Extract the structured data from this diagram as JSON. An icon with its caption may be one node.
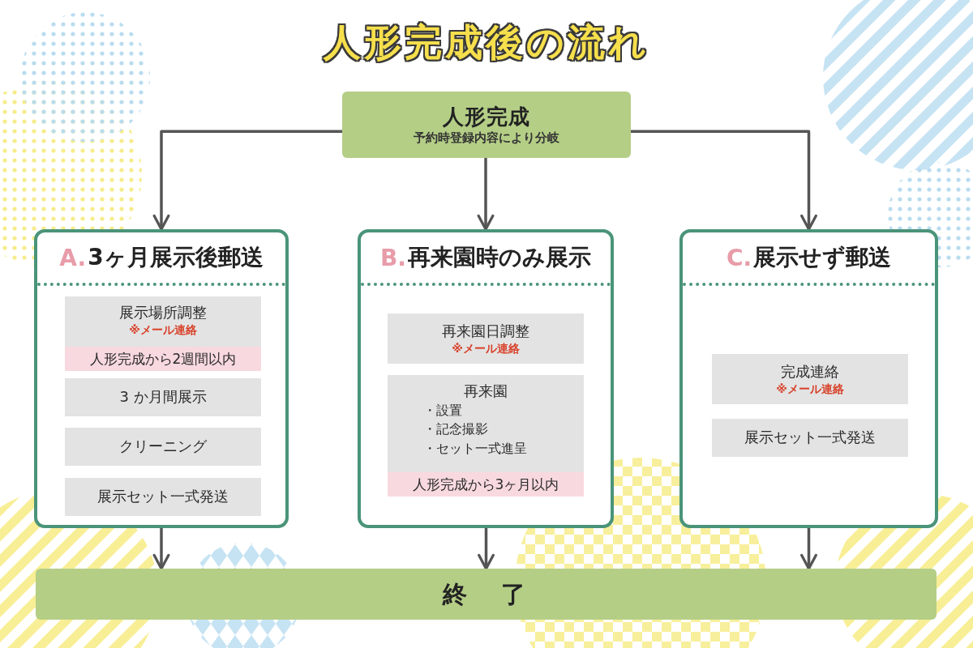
{
  "diagram": {
    "title": "人形完成後の流れ",
    "nodes": [
      {
        "text": [
          "人形完成",
          "予約時登録内容により分岐"
        ]
      },
      {
        "text": [
          "A.",
          "3ヶ月展示後郵送"
        ]
      },
      {
        "text": [
          "展示場所調整",
          "※メール連絡",
          "人形完成から2週間以内"
        ],
        "in": 1
      },
      {
        "text": [
          "3 か月間展示"
        ],
        "in": 1
      },
      {
        "text": [
          "クリーニング"
        ],
        "in": 1
      },
      {
        "text": [
          "展示セット一式発送"
        ],
        "in": 1
      },
      {
        "text": [
          "B.",
          "再来園時のみ展示"
        ]
      },
      {
        "text": [
          "再来園日調整",
          "※メール連絡"
        ],
        "in": 6
      },
      {
        "text": [
          "再来園",
          "・設置",
          "・記念撮影",
          "・セット一式進呈",
          "人形完成から3ヶ月以内"
        ],
        "in": 6
      },
      {
        "text": [
          "C.",
          "展示せず郵送"
        ]
      },
      {
        "text": [
          "完成連絡",
          "※メール連絡"
        ],
        "in": 9
      },
      {
        "text": [
          "展示セット一式発送"
        ],
        "in": 9
      },
      {
        "text": [
          "終　了"
        ]
      }
    ],
    "edges": [
      {
        "from": 0,
        "to": 1,
        "arrow": "to"
      },
      {
        "from": 0,
        "to": 6,
        "arrow": "to"
      },
      {
        "from": 0,
        "to": 9,
        "arrow": "to"
      },
      {
        "from": 1,
        "to": 12,
        "arrow": "to"
      },
      {
        "from": 6,
        "to": 12,
        "arrow": "to"
      },
      {
        "from": 9,
        "to": 12,
        "arrow": "to"
      }
    ]
  }
}
